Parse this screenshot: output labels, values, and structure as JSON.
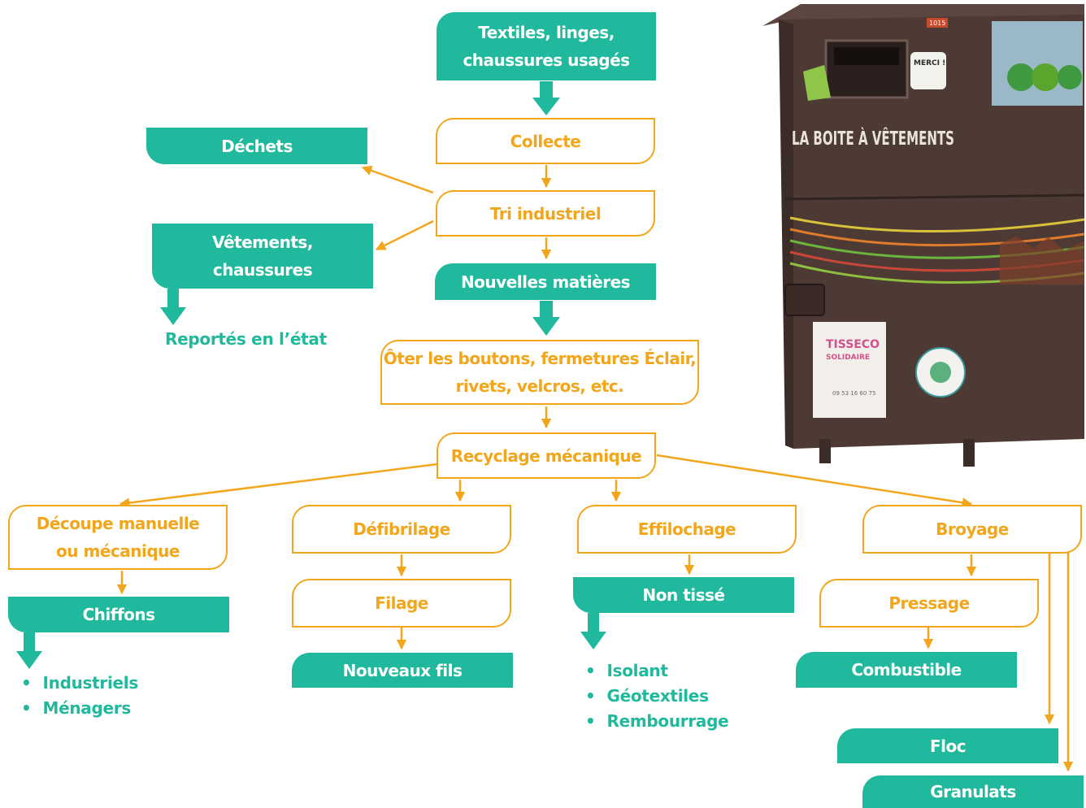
{
  "nodes": {
    "source": [
      "Textiles, linges,",
      "chaussures usagés"
    ],
    "collecte": "Collecte",
    "dechets": "Déchets",
    "tri": "Tri industriel",
    "vetements": [
      "Vêtements,",
      "chaussures"
    ],
    "reportes": "Reportés en l’état",
    "nouvelles_matieres": "Nouvelles matières",
    "oter": [
      "Ôter les boutons, fermetures Éclair,",
      "rivets, velcros, etc."
    ],
    "recyclage": "Recyclage mécanique",
    "decoupe": [
      "Découpe manuelle",
      "ou mécanique"
    ],
    "defibrilage": "Défibrilage",
    "effilochage": "Effilochage",
    "broyage": "Broyage",
    "chiffons": "Chiffons",
    "filage": "Filage",
    "non_tisse": "Non tissé",
    "pressage": "Pressage",
    "nouveaux_fils": "Nouveaux fils",
    "combustible": "Combustible",
    "floc": "Floc",
    "granulats": "Granulats"
  },
  "lists": {
    "chiffons": [
      "Industriels",
      "Ménagers"
    ],
    "non_tisse": [
      "Isolant",
      "Géotextiles",
      "Rembourrage"
    ],
    "bullet": "•"
  },
  "photo": {
    "sign": "LA BOITE À VÊTEMENTS",
    "merci": "MERCI !",
    "number": "1015",
    "logo_line1": "TISSECO",
    "logo_line2": "SOLIDAIRE",
    "logo_phone": "09 53 16 60 75"
  },
  "colors": {
    "green": "#20b99d",
    "orange": "#f2a61c",
    "bin": "#4d3a34"
  }
}
